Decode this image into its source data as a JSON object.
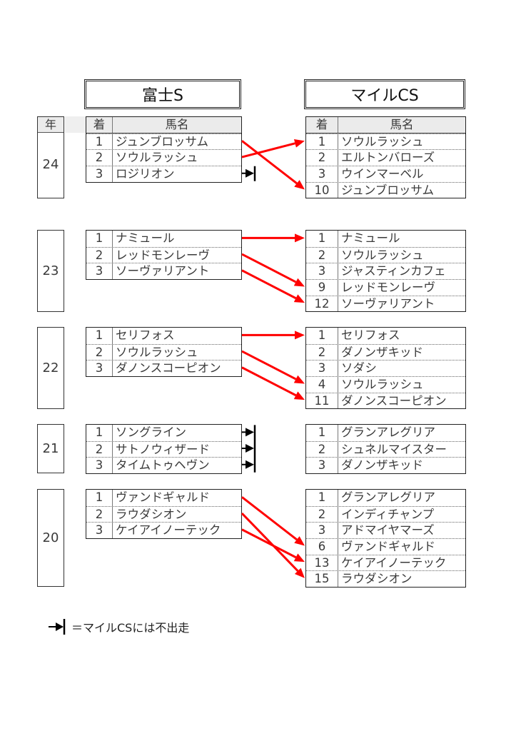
{
  "titles": {
    "fuji": "富士S",
    "mile": "マイルCS"
  },
  "headers": {
    "year": "年",
    "rank": "着",
    "name": "馬名"
  },
  "colors": {
    "arrow": "#ff0000",
    "marker": "#000000"
  },
  "sections": [
    {
      "year": "24",
      "fuji": [
        {
          "rank": "1",
          "name": "ジュンブロッサム"
        },
        {
          "rank": "2",
          "name": "ソウルラッシュ"
        },
        {
          "rank": "3",
          "name": "ロジリオン"
        }
      ],
      "mile": [
        {
          "rank": "1",
          "name": "ソウルラッシュ"
        },
        {
          "rank": "2",
          "name": "エルトンバローズ"
        },
        {
          "rank": "3",
          "name": "ウインマーベル"
        },
        {
          "rank": "10",
          "name": "ジュンブロッサム"
        }
      ],
      "links": [
        [
          0,
          3
        ],
        [
          1,
          0
        ]
      ],
      "not_started": [
        2
      ]
    },
    {
      "year": "23",
      "fuji": [
        {
          "rank": "1",
          "name": "ナミュール"
        },
        {
          "rank": "2",
          "name": "レッドモンレーヴ"
        },
        {
          "rank": "3",
          "name": "ソーヴァリアント"
        }
      ],
      "mile": [
        {
          "rank": "1",
          "name": "ナミュール"
        },
        {
          "rank": "2",
          "name": "ソウルラッシュ"
        },
        {
          "rank": "3",
          "name": "ジャスティンカフェ"
        },
        {
          "rank": "9",
          "name": "レッドモンレーヴ"
        },
        {
          "rank": "12",
          "name": "ソーヴァリアント"
        }
      ],
      "links": [
        [
          0,
          0
        ],
        [
          1,
          3
        ],
        [
          2,
          4
        ]
      ],
      "not_started": []
    },
    {
      "year": "22",
      "fuji": [
        {
          "rank": "1",
          "name": "セリフォス"
        },
        {
          "rank": "2",
          "name": "ソウルラッシュ"
        },
        {
          "rank": "3",
          "name": "ダノンスコーピオン"
        }
      ],
      "mile": [
        {
          "rank": "1",
          "name": "セリフォス"
        },
        {
          "rank": "2",
          "name": "ダノンザキッド"
        },
        {
          "rank": "3",
          "name": "ソダシ"
        },
        {
          "rank": "4",
          "name": "ソウルラッシュ"
        },
        {
          "rank": "11",
          "name": "ダノンスコーピオン"
        }
      ],
      "links": [
        [
          0,
          0
        ],
        [
          1,
          3
        ],
        [
          2,
          4
        ]
      ],
      "not_started": []
    },
    {
      "year": "21",
      "fuji": [
        {
          "rank": "1",
          "name": "ソングライン"
        },
        {
          "rank": "2",
          "name": "サトノウィザード"
        },
        {
          "rank": "3",
          "name": "タイムトゥヘヴン"
        }
      ],
      "mile": [
        {
          "rank": "1",
          "name": "グランアレグリア"
        },
        {
          "rank": "2",
          "name": "シュネルマイスター"
        },
        {
          "rank": "3",
          "name": "ダノンザキッド"
        }
      ],
      "links": [],
      "not_started": [
        0,
        1,
        2
      ]
    },
    {
      "year": "20",
      "fuji": [
        {
          "rank": "1",
          "name": "ヴァンドギャルド"
        },
        {
          "rank": "2",
          "name": "ラウダシオン"
        },
        {
          "rank": "3",
          "name": "ケイアイノーテック"
        }
      ],
      "mile": [
        {
          "rank": "1",
          "name": "グランアレグリア"
        },
        {
          "rank": "2",
          "name": "インディチャンプ"
        },
        {
          "rank": "3",
          "name": "アドマイヤマーズ"
        },
        {
          "rank": "6",
          "name": "ヴァンドギャルド"
        },
        {
          "rank": "13",
          "name": "ケイアイノーテック"
        },
        {
          "rank": "15",
          "name": "ラウダシオン"
        }
      ],
      "links": [
        [
          0,
          3
        ],
        [
          1,
          5
        ],
        [
          2,
          4
        ]
      ],
      "not_started": []
    }
  ],
  "legend": {
    "text": "＝マイルCSには不出走"
  }
}
